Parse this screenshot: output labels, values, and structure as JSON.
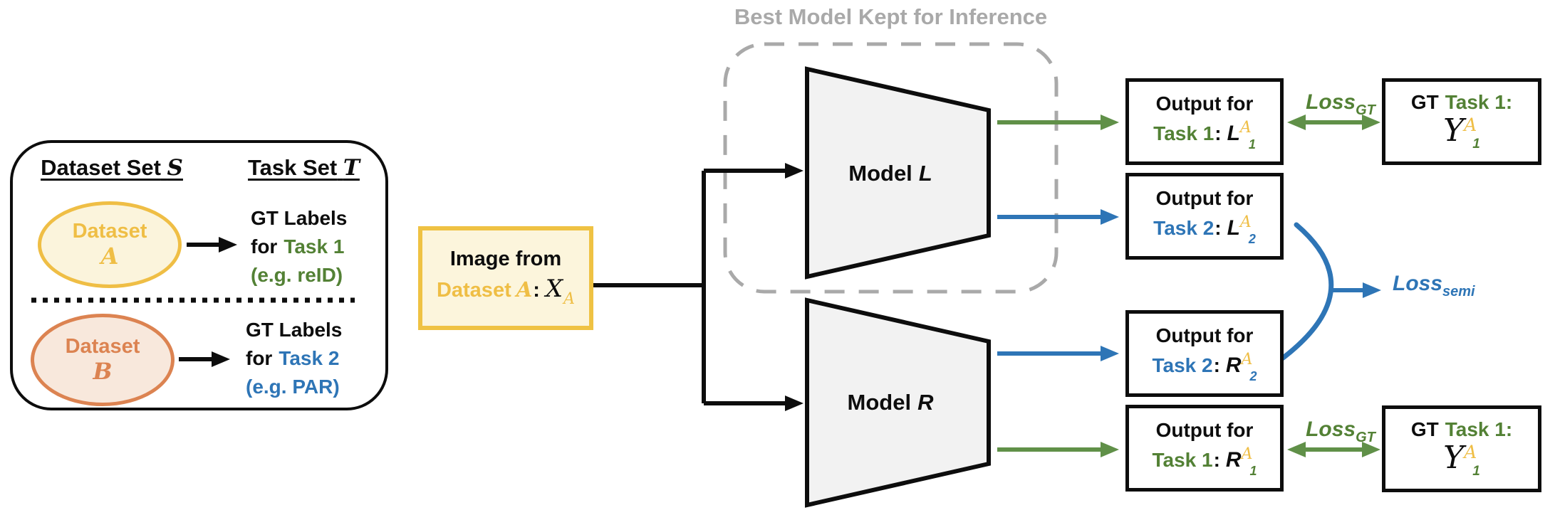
{
  "colors": {
    "yellow": "#EFBE45",
    "yellow_fill": "#FBF4DC",
    "orange": "#DC8351",
    "orange_fill": "#F8E8DC",
    "green_text": "#538135",
    "green_arrow": "#609048",
    "blue": "#2E75B6",
    "gray_dashed": "#A9A9A9",
    "model_fill": "#F2F2F2",
    "line_black": "#0D0D0D"
  },
  "dataset_panel": {
    "dataset_set_header": {
      "label": "Dataset Set",
      "symbol": "S"
    },
    "task_set_header": {
      "label": "Task Set",
      "symbol": "T"
    },
    "dataset_a": {
      "label": "Dataset",
      "symbol": "A"
    },
    "dataset_b": {
      "label": "Dataset",
      "symbol": "B"
    },
    "task1": {
      "line1": "GT Labels",
      "line2_prefix": "for",
      "line2_task": "Task 1",
      "line3": "(e.g. reID)"
    },
    "task2": {
      "line1": "GT Labels",
      "line2_prefix": "for",
      "line2_task": "Task 2",
      "line3": "(e.g. PAR)"
    }
  },
  "image_box": {
    "line1": "Image from",
    "dataset_word": "Dataset",
    "dataset_symbol": "A",
    "colon": ":",
    "variable": "X",
    "subscript": "A"
  },
  "inference": {
    "title": "Best Model Kept for Inference"
  },
  "models": {
    "left": {
      "prefix": "Model",
      "name": "L"
    },
    "right": {
      "prefix": "Model",
      "name": "R"
    }
  },
  "outputs": [
    {
      "line1": "Output for",
      "task": "Task 1",
      "colon": ":",
      "variable": "L",
      "superscript": "A",
      "subscript": "1"
    },
    {
      "line1": "Output for",
      "task": "Task 2",
      "colon": ":",
      "variable": "L",
      "superscript": "A",
      "subscript": "2"
    },
    {
      "line1": "Output for",
      "task": "Task 2",
      "colon": ":",
      "variable": "R",
      "superscript": "A",
      "subscript": "2"
    },
    {
      "line1": "Output for",
      "task": "Task 1",
      "colon": ":",
      "variable": "R",
      "superscript": "A",
      "subscript": "1"
    }
  ],
  "gt_boxes": [
    {
      "prefix": "GT",
      "task": "Task 1:",
      "variable": "Y",
      "superscript": "A",
      "subscript": "1"
    },
    {
      "prefix": "GT",
      "task": "Task 1:",
      "variable": "Y",
      "superscript": "A",
      "subscript": "1"
    }
  ],
  "losses": {
    "gt_top": {
      "name": "Loss",
      "subscript": "GT"
    },
    "gt_bottom": {
      "name": "Loss",
      "subscript": "GT"
    },
    "semi": {
      "name": "Loss",
      "subscript": "semi"
    }
  }
}
